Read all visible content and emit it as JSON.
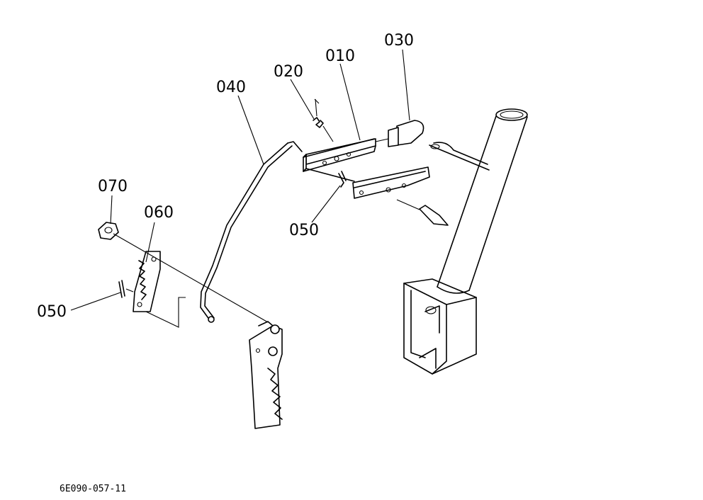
{
  "callouts": {
    "c010": "010",
    "c020": "020",
    "c030": "030",
    "c040": "040",
    "c050a": "050",
    "c050b": "050",
    "c060": "060",
    "c070": "070"
  },
  "drawing_code": "6E090-057-11"
}
